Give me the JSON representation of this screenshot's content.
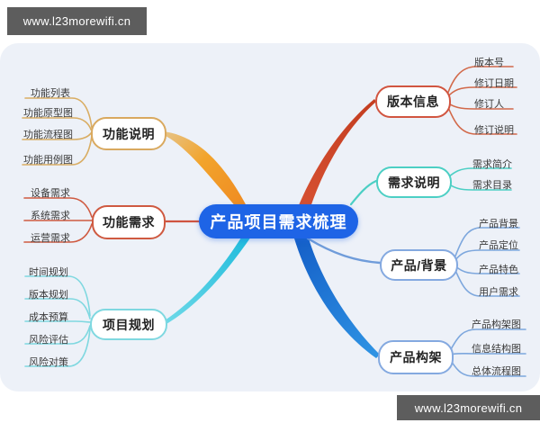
{
  "watermark": {
    "text": "www.l23morewifi.cn",
    "background": "#5d5d5d"
  },
  "central": {
    "label": "产品项目需求梳理",
    "fill": "#1e64e6"
  },
  "branches": {
    "feature_description": {
      "label": "功能说明",
      "color": "#d9a95f",
      "side": "left",
      "children": [
        "功能列表",
        "功能原型图",
        "功能流程图",
        "功能用例图"
      ]
    },
    "feature_requirements": {
      "label": "功能需求",
      "color": "#cf5a41",
      "side": "left",
      "children": [
        "设备需求",
        "系统需求",
        "运营需求"
      ]
    },
    "project_planning": {
      "label": "项目规划",
      "color": "#7fd8e0",
      "side": "left",
      "children": [
        "时间规划",
        "版本规划",
        "成本预算",
        "风险评估",
        "风险对策"
      ]
    },
    "version_info": {
      "label": "版本信息",
      "color": "#d15540",
      "side": "right",
      "children": [
        "版本号",
        "修订日期",
        "修订人",
        "修订说明"
      ]
    },
    "requirement_description": {
      "label": "需求说明",
      "color": "#4ccfc4",
      "side": "right",
      "children": [
        "需求简介",
        "需求目录"
      ]
    },
    "product_background": {
      "label": "产品/背景",
      "color": "#84a9e0",
      "side": "right",
      "children": [
        "产品背景",
        "产品定位",
        "产品特色",
        "用户需求"
      ]
    },
    "product_architecture": {
      "label": "产品构架",
      "color": "#84a9e0",
      "side": "right",
      "children": [
        "产品构架图",
        "信息结构图",
        "总体流程图"
      ]
    }
  }
}
